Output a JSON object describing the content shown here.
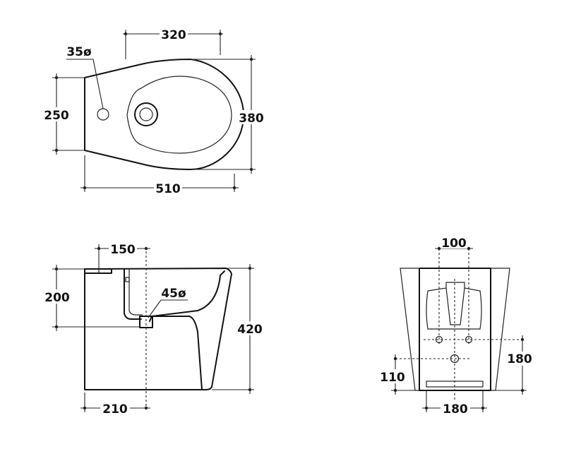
{
  "top_view": {
    "width_top": "320",
    "hole_dia": "35ø",
    "left_height": "250",
    "right_height": "380",
    "overall_width": "510"
  },
  "side_view": {
    "dim_150": "150",
    "dim_200": "200",
    "drain_dia": "45ø",
    "overall_height": "420",
    "dim_210": "210"
  },
  "rear_view": {
    "fixing_spacing": "100",
    "dim_180_right": "180",
    "dim_110": "110",
    "dim_180_bottom": "180"
  }
}
